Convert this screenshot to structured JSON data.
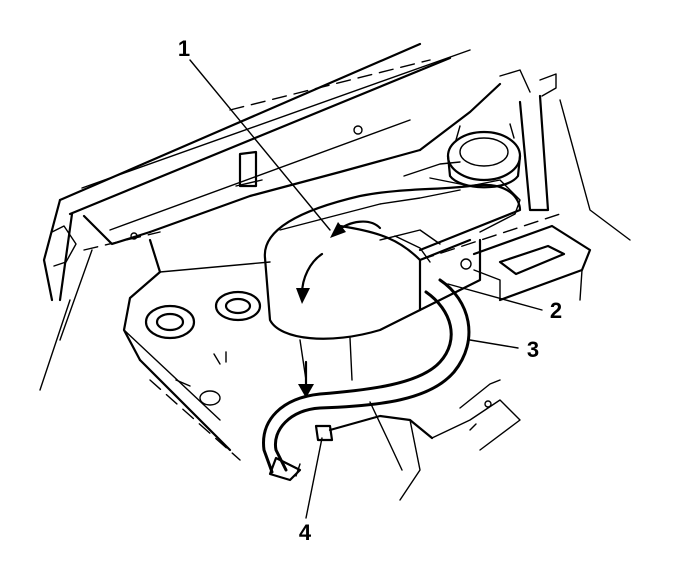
{
  "callouts": [
    {
      "label": "1",
      "part": "reservoir"
    },
    {
      "label": "2",
      "part": "clamp"
    },
    {
      "label": "3",
      "part": "hose"
    },
    {
      "label": "4",
      "part": "hose-clip"
    }
  ],
  "colors": {
    "ink": "#000000",
    "background": "#ffffff"
  }
}
